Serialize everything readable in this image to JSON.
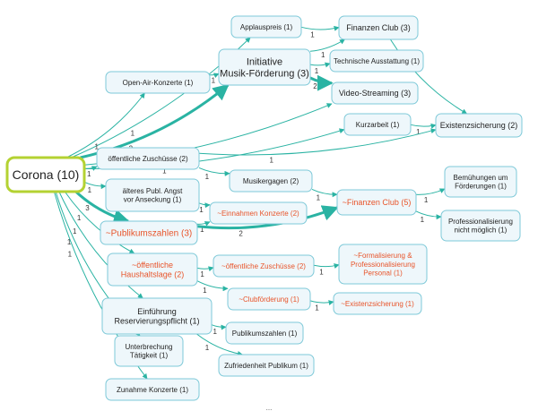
{
  "colors": {
    "node_fill": "#eef7fb",
    "node_border": "#7ec9d8",
    "root_border": "#b4d232",
    "edge": "#2ab3a3",
    "highlight_text": "#e8542a",
    "text": "#222222"
  },
  "footer_text": "...",
  "nodes": [
    {
      "id": "root",
      "lines": [
        "Corona (10)"
      ]
    },
    {
      "id": "applauspreis",
      "lines": [
        "Applauspreis (1)"
      ]
    },
    {
      "id": "finanzen_club_3",
      "lines": [
        "Finanzen Club (3)"
      ]
    },
    {
      "id": "initiative",
      "lines": [
        "Initiative",
        "Musik-Förderung (3)"
      ]
    },
    {
      "id": "technische",
      "lines": [
        "Technische Ausstattung (1)"
      ]
    },
    {
      "id": "video_streaming",
      "lines": [
        "Video-Streaming (3)"
      ]
    },
    {
      "id": "open_air",
      "lines": [
        "Open-Air-Konzerte (1)"
      ]
    },
    {
      "id": "kurzarbeit",
      "lines": [
        "Kurzarbeit (1)"
      ]
    },
    {
      "id": "existenzsicherung_2",
      "lines": [
        "Existenzsicherung (2)"
      ]
    },
    {
      "id": "oeff_zuschuesse_2",
      "lines": [
        "öffentliche Zuschüsse (2)"
      ]
    },
    {
      "id": "musikergagen",
      "lines": [
        "Musikergagen (2)"
      ]
    },
    {
      "id": "finanzen_club_5",
      "lines": [
        "~Finanzen Club (5)"
      ]
    },
    {
      "id": "bemuehungen",
      "lines": [
        "Bemühungen um",
        "Förderungen (1)"
      ]
    },
    {
      "id": "professionalisierung",
      "lines": [
        "Professionalisierung",
        "nicht möglich (1)"
      ]
    },
    {
      "id": "aelteres",
      "lines": [
        "älteres Publ. Angst",
        "vor Anseckung (1)"
      ]
    },
    {
      "id": "einnahmen",
      "lines": [
        "~Einnahmen Konzerte (2)"
      ]
    },
    {
      "id": "publikumszahlen_3",
      "lines": [
        "~Publikumszahlen (3)"
      ]
    },
    {
      "id": "haushaltslage",
      "lines": [
        "~öffentliche",
        "Haushaltslage (2)"
      ]
    },
    {
      "id": "oeff_zuschuesse_2b",
      "lines": [
        "~öffentliche Zuschüsse (2)"
      ]
    },
    {
      "id": "formalisierung",
      "lines": [
        "~Formalisierung &",
        "Professionalisierung",
        "Personal (1)"
      ]
    },
    {
      "id": "clubfoerderung",
      "lines": [
        "~Clubförderung (1)"
      ]
    },
    {
      "id": "existenzsicherung_1",
      "lines": [
        "~Existenzsicherung (1)"
      ]
    },
    {
      "id": "einfuehrung",
      "lines": [
        "Einführung",
        "Reservierungspflicht (1)"
      ]
    },
    {
      "id": "publikumszahlen_1",
      "lines": [
        "Publikumszahlen (1)"
      ]
    },
    {
      "id": "zufriedenheit",
      "lines": [
        "Zufriedenheit Publikum (1)"
      ]
    },
    {
      "id": "unterbrechung",
      "lines": [
        "Unterbrechung",
        "Tätigkeit (1)"
      ]
    },
    {
      "id": "zunahme",
      "lines": [
        "Zunahme Konzerte (1)"
      ]
    }
  ],
  "edges": [
    {
      "from": "root",
      "to": "applauspreis",
      "label": "1"
    },
    {
      "from": "root",
      "to": "initiative",
      "label": "2"
    },
    {
      "from": "root",
      "to": "open_air",
      "label": "1"
    },
    {
      "from": "root",
      "to": "video_streaming",
      "label": "1"
    },
    {
      "from": "root",
      "to": "kurzarbeit",
      "label": "1"
    },
    {
      "from": "root",
      "to": "oeff_zuschuesse_2",
      "label": "1"
    },
    {
      "from": "root",
      "to": "aelteres",
      "label": "1"
    },
    {
      "from": "root",
      "to": "publikumszahlen_3",
      "label": "3"
    },
    {
      "from": "root",
      "to": "haushaltslage",
      "label": "1"
    },
    {
      "from": "root",
      "to": "einfuehrung",
      "label": "1"
    },
    {
      "from": "root",
      "to": "unterbrechung",
      "label": "1"
    },
    {
      "from": "root",
      "to": "zunahme",
      "label": "1"
    },
    {
      "from": "applauspreis",
      "to": "finanzen_club_3",
      "label": "1"
    },
    {
      "from": "initiative",
      "to": "finanzen_club_3",
      "label": "1"
    },
    {
      "from": "initiative",
      "to": "technische",
      "label": "1"
    },
    {
      "from": "initiative",
      "to": "video_streaming",
      "label": "2"
    },
    {
      "from": "open_air",
      "to": "initiative",
      "label": "1"
    },
    {
      "from": "finanzen_club_3",
      "to": "existenzsicherung_2",
      "label": "1"
    },
    {
      "from": "kurzarbeit",
      "to": "existenzsicherung_2",
      "label": "1"
    },
    {
      "from": "oeff_zuschuesse_2",
      "to": "existenzsicherung_2",
      "label": "1"
    },
    {
      "from": "oeff_zuschuesse_2",
      "to": "musikergagen",
      "label": "1"
    },
    {
      "from": "musikergagen",
      "to": "finanzen_club_5",
      "label": "1"
    },
    {
      "from": "finanzen_club_5",
      "to": "bemuehungen",
      "label": "1"
    },
    {
      "from": "finanzen_club_5",
      "to": "professionalisierung",
      "label": "1"
    },
    {
      "from": "aelteres",
      "to": "einnahmen",
      "label": "1"
    },
    {
      "from": "publikumszahlen_3",
      "to": "einnahmen",
      "label": "1"
    },
    {
      "from": "publikumszahlen_3",
      "to": "finanzen_club_5",
      "label": "2"
    },
    {
      "from": "haushaltslage",
      "to": "oeff_zuschuesse_2b",
      "label": "1"
    },
    {
      "from": "haushaltslage",
      "to": "clubfoerderung",
      "label": "1"
    },
    {
      "from": "oeff_zuschuesse_2b",
      "to": "formalisierung",
      "label": "1"
    },
    {
      "from": "clubfoerderung",
      "to": "existenzsicherung_1",
      "label": "1"
    },
    {
      "from": "einfuehrung",
      "to": "publikumszahlen_1",
      "label": "1"
    },
    {
      "from": "einfuehrung",
      "to": "zufriedenheit",
      "label": "1"
    }
  ]
}
